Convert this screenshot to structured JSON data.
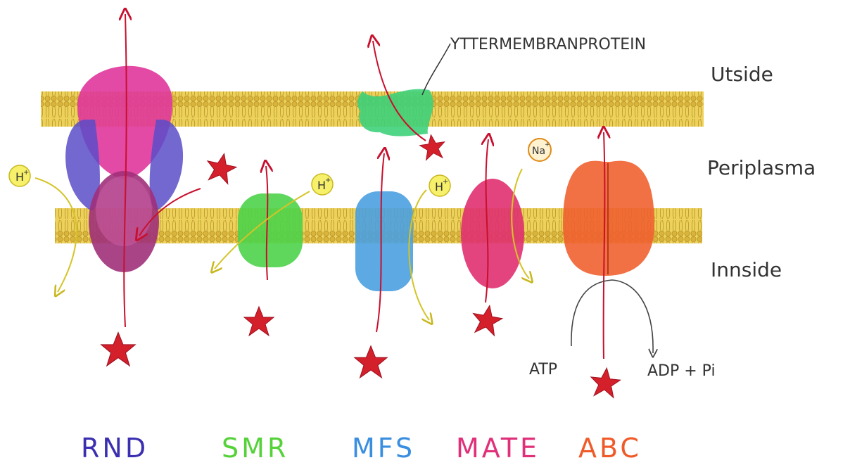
{
  "regions": {
    "outside": "Utside",
    "periplasm": "Periplasma",
    "inside": "Innside"
  },
  "outer_membrane_protein": {
    "label": "YTTERMEMBRANPROTEIN"
  },
  "ions": {
    "proton": "H",
    "proton_charge": "+",
    "sodium": "Na",
    "sodium_charge": "+"
  },
  "atp_reaction": {
    "substrate": "ATP",
    "products": "ADP + Pi"
  },
  "families": [
    {
      "label": "RND",
      "color": "#3a2fb0"
    },
    {
      "label": "SMR",
      "color": "#55d23a"
    },
    {
      "label": "MFS",
      "color": "#3a8ee0"
    },
    {
      "label": "MATE",
      "color": "#e0307a"
    },
    {
      "label": "ABC",
      "color": "#f05a28"
    }
  ],
  "colors": {
    "membrane": "#e8c64a",
    "substrate_star": "#d4202a",
    "arrow": "#c8102e",
    "ion_arrow": "#e0d040",
    "rnd_outer": "#e0369b",
    "rnd_side": "#5a4cc8",
    "rnd_inner": "#a0307a",
    "outer_protein": "#3ed07a",
    "smr_body": "#4ed34a",
    "mfs_body": "#4aa0e0",
    "mate_body": "#e03070",
    "abc_body": "#f06030"
  }
}
